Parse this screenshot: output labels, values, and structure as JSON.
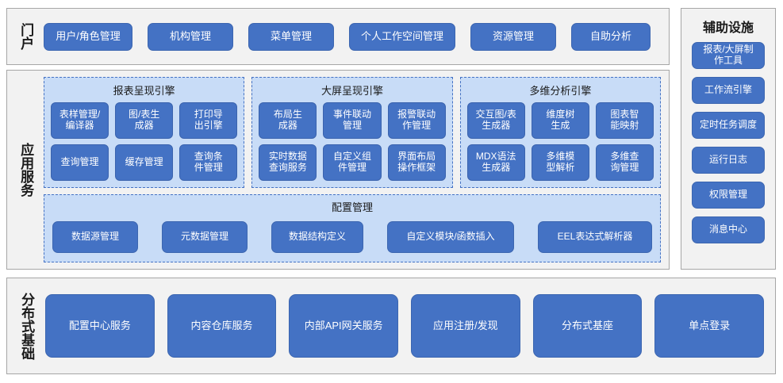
{
  "colors": {
    "button_blue": "#4472c4",
    "panel_light_blue": "#c8dcf7",
    "frame_gray": "#f2f2f2",
    "frame_border": "#a6a6a6",
    "dashed_border": "#4472c4",
    "text_dark": "#1a1a1a",
    "button_text": "#ffffff"
  },
  "portal": {
    "label": "门户",
    "items": [
      {
        "label": "用户/角色管理",
        "width": 112
      },
      {
        "label": "机构管理",
        "width": 108
      },
      {
        "label": "菜单管理",
        "width": 108
      },
      {
        "label": "个人工作空间管理",
        "width": 134
      },
      {
        "label": "资源管理",
        "width": 108
      },
      {
        "label": "自助分析",
        "width": 100
      }
    ]
  },
  "aux": {
    "title": "辅助设施",
    "items": [
      {
        "label": "报表/大屏制\n作工具"
      },
      {
        "label": "工作流引擎"
      },
      {
        "label": "定时任务调度"
      },
      {
        "label": "运行日志"
      },
      {
        "label": "权限管理"
      },
      {
        "label": "消息中心"
      }
    ]
  },
  "app_service": {
    "label": "应用服务",
    "engines": [
      {
        "title": "报表呈现引擎",
        "items": [
          "表样管理/\n编译器",
          "图/表生\n成器",
          "打印导\n出引擎",
          "查询管理",
          "缓存管理",
          "查询条\n件管理"
        ]
      },
      {
        "title": "大屏呈现引擎",
        "items": [
          "布局生\n成器",
          "事件联动\n管理",
          "报警联动\n作管理",
          "实时数据\n查询服务",
          "自定义组\n件管理",
          "界面布局\n操作框架"
        ]
      },
      {
        "title": "多维分析引擎",
        "items": [
          "交互图/表\n生成器",
          "维度树\n生成",
          "图表智\n能映射",
          "MDX语法\n生成器",
          "多维模\n型解析",
          "多维查\n询管理"
        ]
      }
    ],
    "config": {
      "title": "配置管理",
      "items": [
        {
          "label": "数据源管理",
          "width": 108
        },
        {
          "label": "元数据管理",
          "width": 108
        },
        {
          "label": "数据结构定义",
          "width": 116
        },
        {
          "label": "自定义模块/函数插入",
          "width": 160
        },
        {
          "label": "EEL表达式解析器",
          "width": 144
        }
      ]
    }
  },
  "distributed": {
    "label": "分布式基础",
    "items": [
      "配置中心服务",
      "内容仓库服务",
      "内部API网关服务",
      "应用注册/发现",
      "分布式基座",
      "单点登录"
    ]
  }
}
